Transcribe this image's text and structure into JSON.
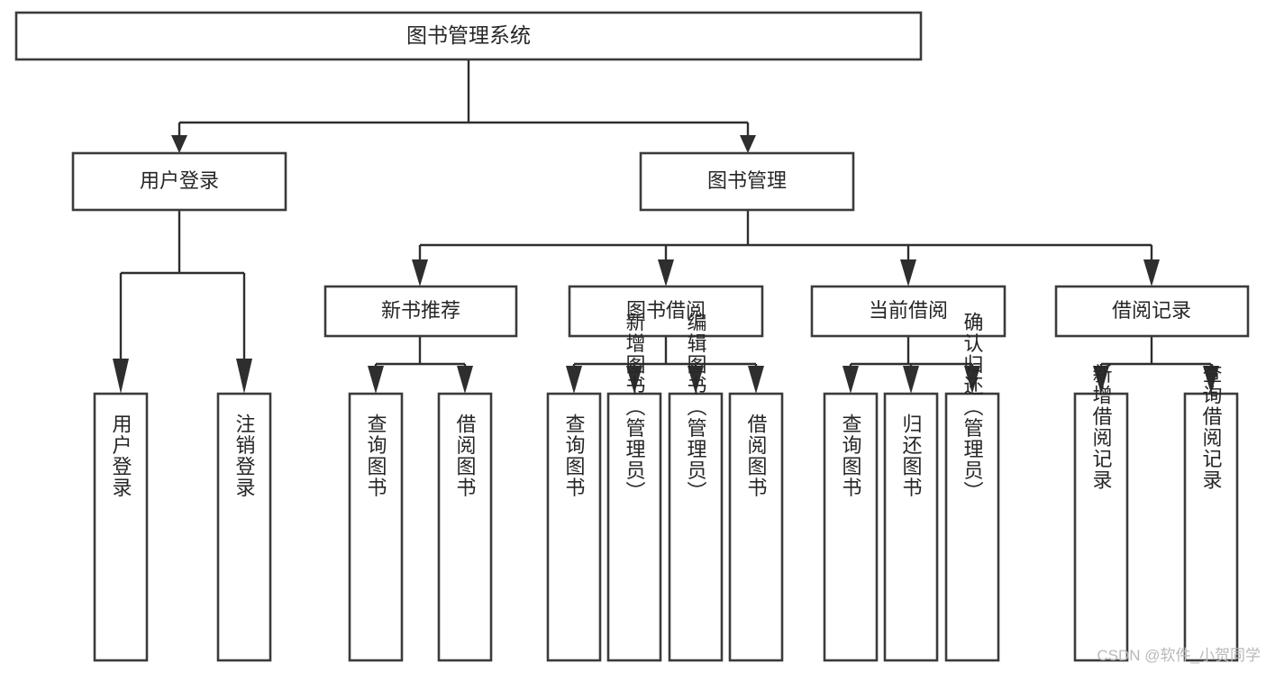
{
  "diagram": {
    "title": "图书管理系统",
    "type": "hierarchy-tree",
    "root": {
      "label": "图书管理系统"
    },
    "level2": [
      {
        "label": "用户登录"
      },
      {
        "label": "图书管理"
      }
    ],
    "level3": [
      {
        "label": "新书推荐"
      },
      {
        "label": "图书借阅"
      },
      {
        "label": "当前借阅"
      },
      {
        "label": "借阅记录"
      }
    ],
    "leaves": {
      "user_login": [
        {
          "label": "用户登录"
        },
        {
          "label": "注销登录"
        }
      ],
      "new_book_recommend": [
        {
          "label": "查询图书"
        },
        {
          "label": "借阅图书"
        }
      ],
      "book_borrow": [
        {
          "label": "查询图书"
        },
        {
          "label": "新增图书（管理员）"
        },
        {
          "label": "编辑图书（管理员）"
        },
        {
          "label": "借阅图书"
        }
      ],
      "current_borrow": [
        {
          "label": "查询图书"
        },
        {
          "label": "归还图书"
        },
        {
          "label": "确认归还（管理员）"
        }
      ],
      "borrow_record": [
        {
          "label": "新增借阅记录"
        },
        {
          "label": "查询借阅记录"
        }
      ]
    }
  },
  "watermark": {
    "text": "CSDN @软件_小贺同学"
  },
  "colors": {
    "box_stroke": "#3b3b3b",
    "connector": "#2e2e2e",
    "text": "#262626",
    "background": "#ffffff",
    "watermark": "#b9b9b9"
  }
}
